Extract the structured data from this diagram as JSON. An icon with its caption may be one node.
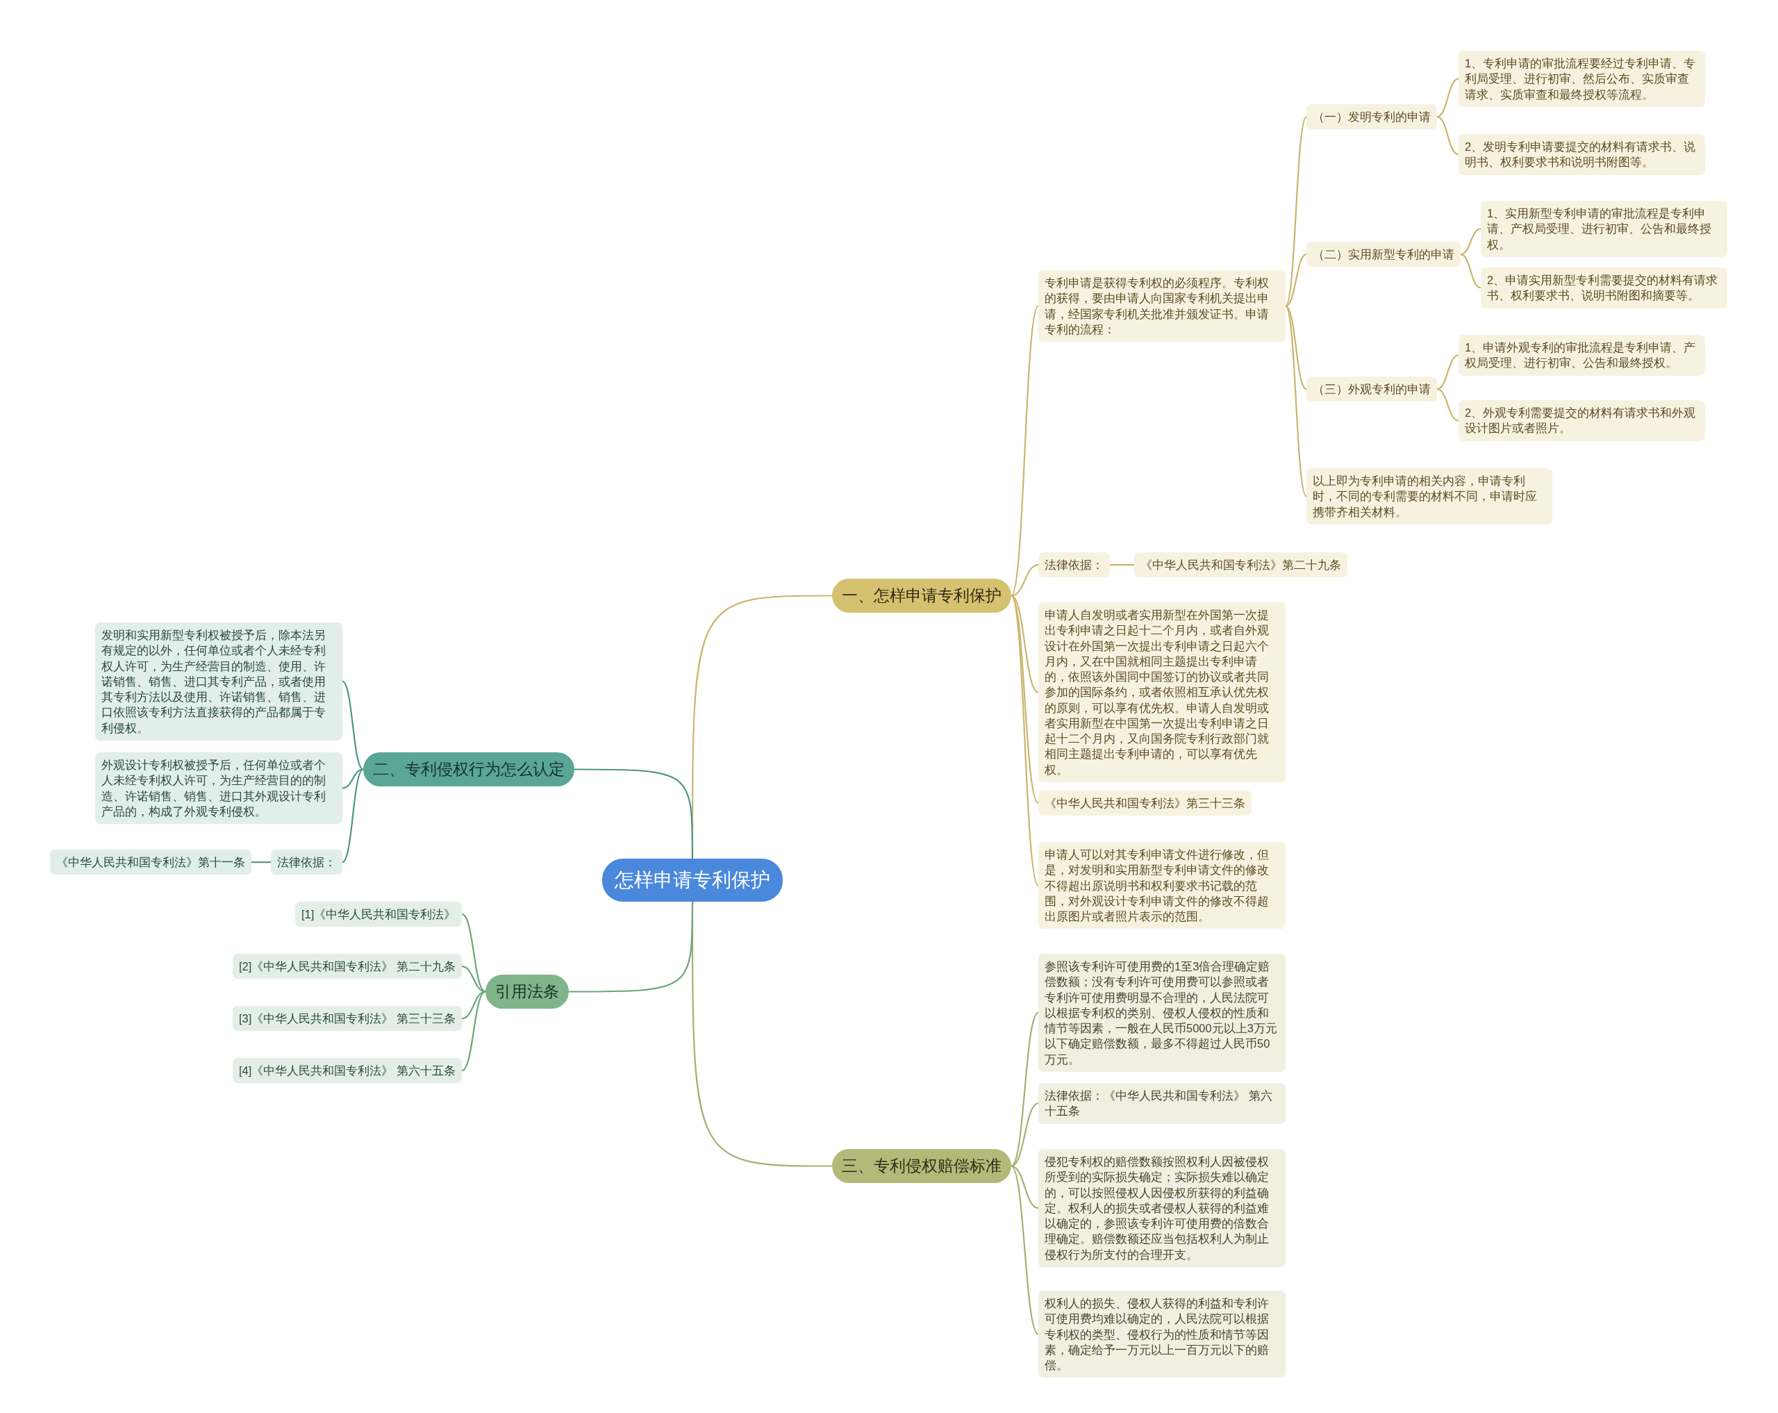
{
  "diagram": {
    "nodes": [
      {
        "text": [
          "怎样申请专利保护"
        ]
      },
      {
        "text": [
          "一、怎样申请专利保护"
        ]
      },
      {
        "text": [
          "专利申请是获得专利权的必须程序。专利权的获得，要由申请人向国家专利机关提出申请，经国家专利机关批准并颁发证书。申请专利的流程："
        ]
      },
      {
        "text": [
          "（一）发明专利的申请"
        ]
      },
      {
        "text": [
          "1、专利申请的审批流程要经过专利申请、专利局受理、进行初审、然后公布、实质审查请求、实质审查和最终授权等流程。"
        ]
      },
      {
        "text": [
          "2、发明专利申请要提交的材料有请求书、说明书、权利要求书和说明书附图等。"
        ]
      },
      {
        "text": [
          "（二）实用新型专利的申请"
        ]
      },
      {
        "text": [
          "1、实用新型专利申请的审批流程是专利申请、产权局受理、进行初审、公告和最终授权。"
        ]
      },
      {
        "text": [
          "2、申请实用新型专利需要提交的材料有请求书、权利要求书、说明书附图和摘要等。"
        ]
      },
      {
        "text": [
          "（三）外观专利的申请"
        ]
      },
      {
        "text": [
          "1、申请外观专利的审批流程是专利申请、产权局受理、进行初审、公告和最终授权。"
        ]
      },
      {
        "text": [
          "2、外观专利需要提交的材料有请求书和外观设计图片或者照片。"
        ]
      },
      {
        "text": [
          "以上即为专利申请的相关内容，申请专利时，不同的专利需要的材料不同，申请时应携带齐相关材料。"
        ]
      },
      {
        "text": [
          "法律依据："
        ]
      },
      {
        "text": [
          "《中华人民共和国专利法》第二十九条"
        ]
      },
      {
        "text": [
          "申请人自发明或者实用新型在外国第一次提出专利申请之日起十二个月内，或者自外观设计在外国第一次提出专利申请之日起六个月内，又在中国就相同主题提出专利申请的，依照该外国同中国签订的协议或者共同参加的国际条约，或者依照相互承认优先权的原则，可以享有优先权。申请人自发明或者实用新型在中国第一次提出专利申请之日起十二个月内，又向国务院专利行政部门就相同主题提出专利申请的，可以享有优先权。"
        ]
      },
      {
        "text": [
          "《中华人民共和国专利法》第三十三条"
        ]
      },
      {
        "text": [
          "申请人可以对其专利申请文件进行修改，但是，对发明和实用新型专利申请文件的修改不得超出原说明书和权利要求书记载的范围，对外观设计专利申请文件的修改不得超出原图片或者照片表示的范围。"
        ]
      },
      {
        "text": [
          "三、专利侵权赔偿标准"
        ]
      },
      {
        "text": [
          "参照该专利许可使用费的1至3倍合理确定赔偿数额；没有专利许可使用费可以参照或者专利许可使用费明显不合理的，人民法院可以根据专利权的类别、侵权人侵权的性质和情节等因素，一般在人民币5000元以上3万元以下确定赔偿数额，最多不得超过人民币50万元。"
        ]
      },
      {
        "text": [
          "法律依据：《中华人民共和国专利法》 第六十五条"
        ]
      },
      {
        "text": [
          "侵犯专利权的赔偿数额按照权利人因被侵权所受到的实际损失确定；实际损失难以确定的，可以按照侵权人因侵权所获得的利益确定。权利人的损失或者侵权人获得的利益难以确定的，参照该专利许可使用费的倍数合理确定。赔偿数额还应当包括权利人为制止侵权行为所支付的合理开支。"
        ]
      },
      {
        "text": [
          "权利人的损失、侵权人获得的利益和专利许可使用费均难以确定的，人民法院可以根据专利权的类型、侵权行为的性质和情节等因素，确定给予一万元以上一百万元以下的赔偿。"
        ]
      },
      {
        "text": [
          "二、专利侵权行为怎么认定"
        ]
      },
      {
        "text": [
          "发明和实用新型专利权被授予后，除本法另有规定的以外，任何单位或者个人未经专利权人许可，为生产经营目的制造、使用、许诺销售、销售、进口其专利产品，或者使用其专利方法以及使用、许诺销售、销售、进口依照该专利方法直接获得的产品都属于专利侵权。"
        ]
      },
      {
        "text": [
          "外观设计专利权被授予后，任何单位或者个人未经专利权人许可，为生产经营目的的制造、许诺销售、销售、进口其外观设计专利产品的，构成了外观专利侵权。"
        ]
      },
      {
        "text": [
          "法律依据："
        ]
      },
      {
        "text": [
          "《中华人民共和国专利法》第十一条"
        ]
      },
      {
        "text": [
          "引用法条"
        ]
      },
      {
        "text": [
          "[1]《中华人民共和国专利法》"
        ]
      },
      {
        "text": [
          "[2]《中华人民共和国专利法》 第二十九条"
        ]
      },
      {
        "text": [
          "[3]《中华人民共和国专利法》 第三十三条"
        ]
      },
      {
        "text": [
          "[4]《中华人民共和国专利法》 第六十五条"
        ]
      }
    ],
    "edges": [
      {
        "from": 0,
        "to": 1,
        "arrow": "none"
      },
      {
        "from": 1,
        "to": 2,
        "arrow": "none"
      },
      {
        "from": 2,
        "to": 3,
        "arrow": "none"
      },
      {
        "from": 3,
        "to": 4,
        "arrow": "none"
      },
      {
        "from": 3,
        "to": 5,
        "arrow": "none"
      },
      {
        "from": 2,
        "to": 6,
        "arrow": "none"
      },
      {
        "from": 6,
        "to": 7,
        "arrow": "none"
      },
      {
        "from": 6,
        "to": 8,
        "arrow": "none"
      },
      {
        "from": 2,
        "to": 9,
        "arrow": "none"
      },
      {
        "from": 9,
        "to": 10,
        "arrow": "none"
      },
      {
        "from": 9,
        "to": 11,
        "arrow": "none"
      },
      {
        "from": 2,
        "to": 12,
        "arrow": "none"
      },
      {
        "from": 1,
        "to": 13,
        "arrow": "none"
      },
      {
        "from": 13,
        "to": 14,
        "arrow": "none"
      },
      {
        "from": 1,
        "to": 15,
        "arrow": "none"
      },
      {
        "from": 1,
        "to": 16,
        "arrow": "none"
      },
      {
        "from": 1,
        "to": 17,
        "arrow": "none"
      },
      {
        "from": 0,
        "to": 18,
        "arrow": "none",
        "color": "#a9ae72"
      },
      {
        "from": 18,
        "to": 19,
        "arrow": "none",
        "color": "#a9ae72"
      },
      {
        "from": 18,
        "to": 20,
        "arrow": "none",
        "color": "#a9ae72"
      },
      {
        "from": 18,
        "to": 21,
        "arrow": "none",
        "color": "#a9ae72"
      },
      {
        "from": 18,
        "to": 22,
        "arrow": "none",
        "color": "#a9ae72"
      },
      {
        "from": 0,
        "to": 23,
        "arrow": "none",
        "color": "#4f9686"
      },
      {
        "from": 23,
        "to": 24,
        "arrow": "none",
        "color": "#4f9686"
      },
      {
        "from": 23,
        "to": 25,
        "arrow": "none",
        "color": "#4f9686"
      },
      {
        "from": 23,
        "to": 26,
        "arrow": "none",
        "color": "#4f9686"
      },
      {
        "from": 26,
        "to": 27,
        "arrow": "none",
        "color": "#4f9686"
      },
      {
        "from": 0,
        "to": 28,
        "arrow": "none",
        "color": "#68a67a"
      },
      {
        "from": 28,
        "to": 29,
        "arrow": "none",
        "color": "#68a67a"
      },
      {
        "from": 28,
        "to": 30,
        "arrow": "none",
        "color": "#68a67a"
      },
      {
        "from": 28,
        "to": 31,
        "arrow": "none",
        "color": "#68a67a"
      },
      {
        "from": 28,
        "to": 32,
        "arrow": "none",
        "color": "#68a67a"
      }
    ]
  }
}
